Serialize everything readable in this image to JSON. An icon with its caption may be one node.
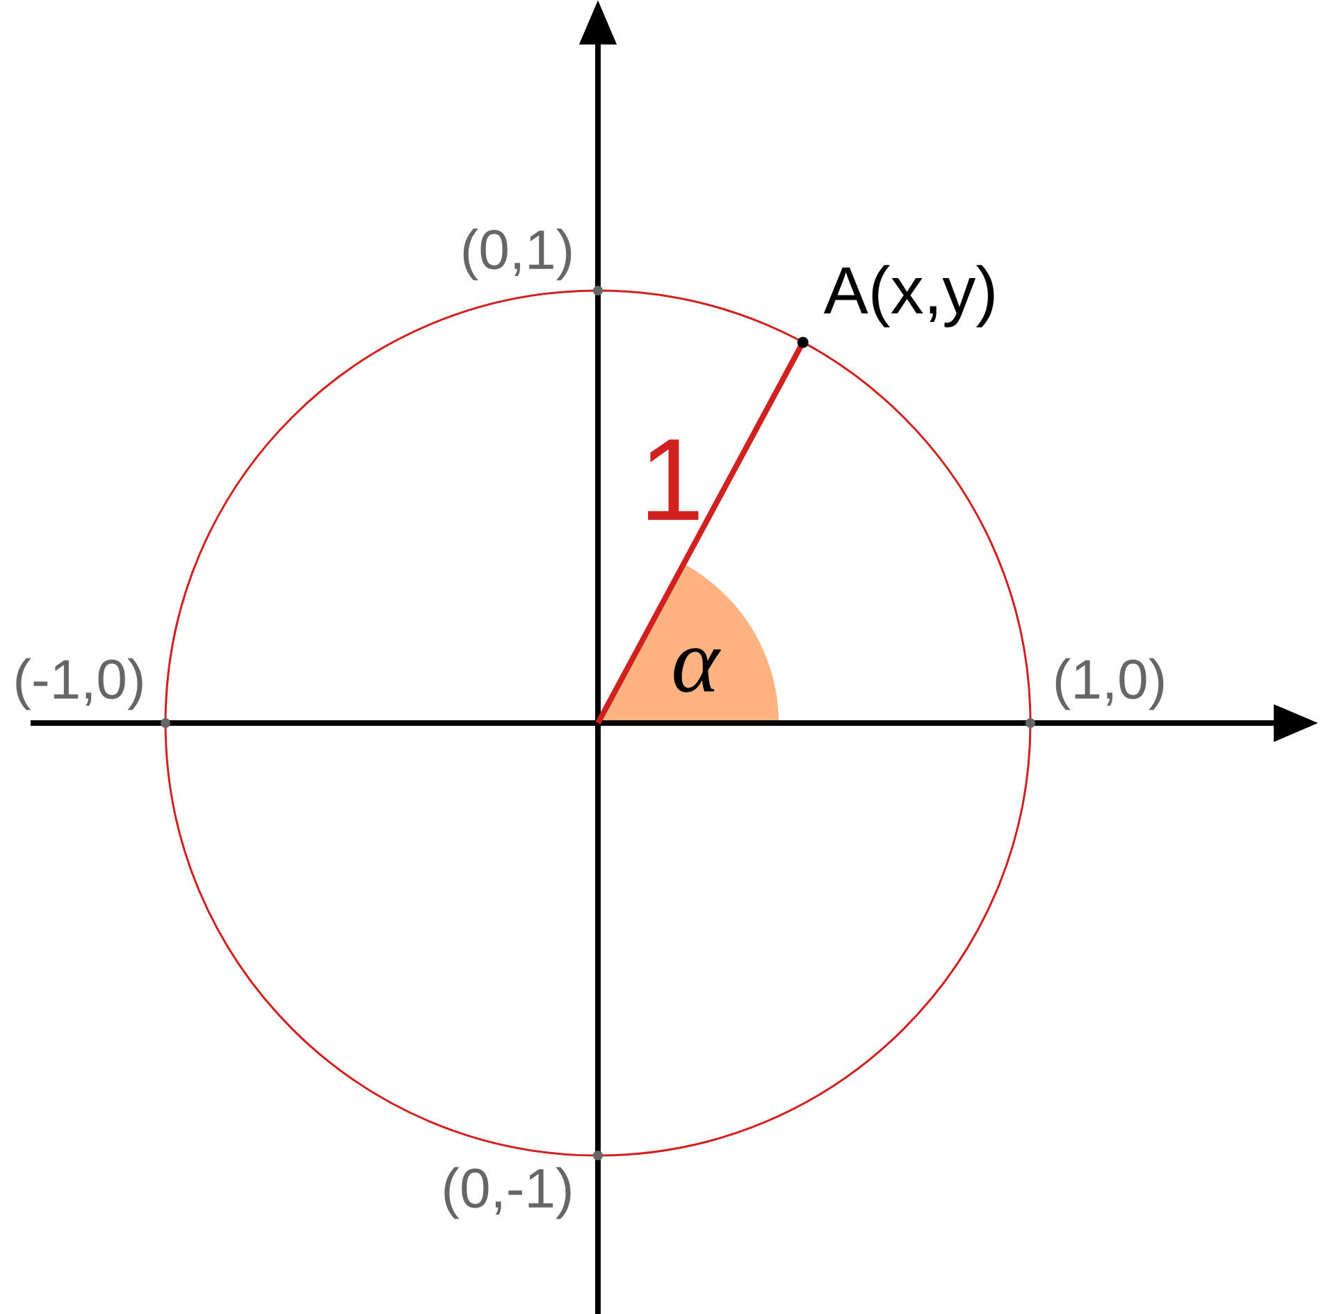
{
  "diagram": {
    "labels": [
      "(0,1)",
      "A(x,y)",
      "1",
      "α",
      "(-1,0)",
      "(1,0)",
      "(0,-1)"
    ]
  }
}
